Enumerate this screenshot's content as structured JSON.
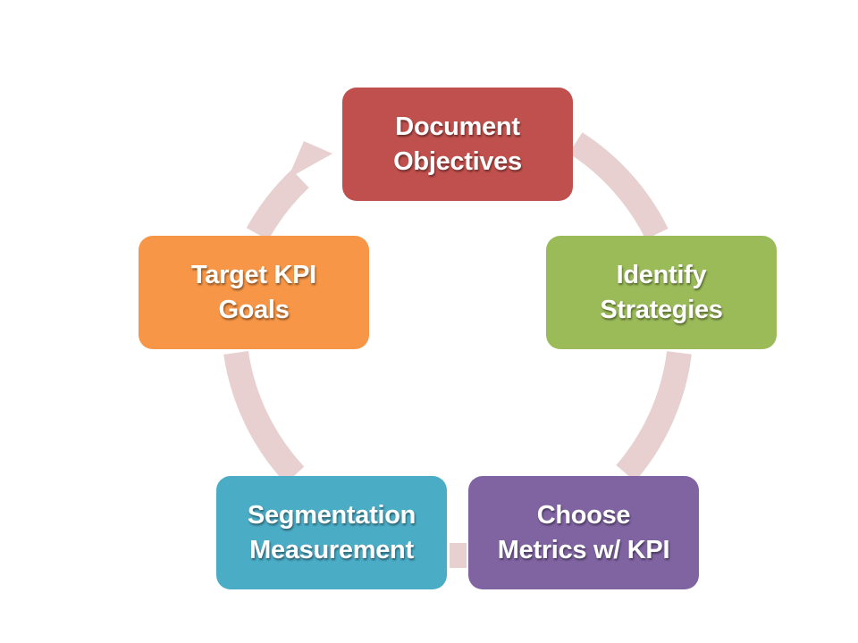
{
  "diagram": {
    "colors": {
      "cycle_ring": "#e8d0d0",
      "document_objectives": "#c0504d",
      "identify_strategies": "#9bbb59",
      "choose_metrics": "#8064a2",
      "segmentation": "#4bacc6",
      "target_kpi": "#f79646"
    },
    "nodes": [
      {
        "id": "document-objectives",
        "lines": [
          "Document",
          "Objectives"
        ]
      },
      {
        "id": "identify-strategies",
        "lines": [
          "Identify",
          "Strategies"
        ]
      },
      {
        "id": "choose-metrics",
        "lines": [
          "Choose",
          "Metrics w/ KPI"
        ]
      },
      {
        "id": "segmentation",
        "lines": [
          "Segmentation",
          "Measurement"
        ]
      },
      {
        "id": "target-kpi",
        "lines": [
          "Target KPI",
          "Goals"
        ]
      }
    ]
  }
}
